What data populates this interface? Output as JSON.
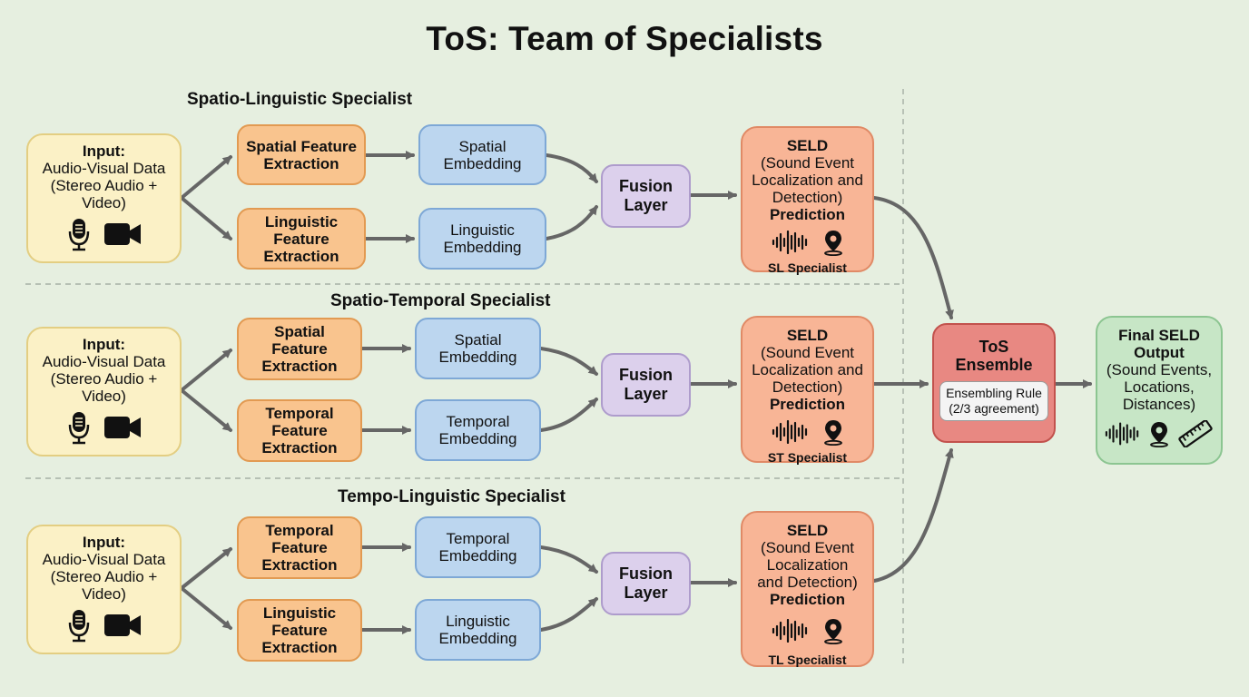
{
  "title": "ToS: Team of Specialists",
  "colors": {
    "background": "#e6efe0",
    "input": "#fbf1c6",
    "feature": "#f9c48e",
    "embedding": "#bcd6ef",
    "fusion": "#dcd0ec",
    "seld": "#f8b596",
    "ensemble": "#e88882",
    "output": "#c7e6c6",
    "arrow": "#666666"
  },
  "specialists": [
    {
      "title": "Spatio-Linguistic Specialist",
      "input": {
        "label": "Input:",
        "line1": "Audio-Visual Data",
        "line2": "(Stereo Audio +",
        "line3": "Video)",
        "icons": [
          "microphone-icon",
          "video-camera-icon"
        ]
      },
      "feature_a": {
        "line1": "Spatial Feature",
        "line2": "Extraction",
        "line3": ""
      },
      "feature_b": {
        "line1": "Linguistic",
        "line2": "Feature",
        "line3": "Extraction"
      },
      "embedding_a": {
        "line1": "Spatial",
        "line2": "Embedding"
      },
      "embedding_b": {
        "line1": "Linguistic",
        "line2": "Embedding"
      },
      "fusion": {
        "line1": "Fusion",
        "line2": "Layer"
      },
      "seld": {
        "label": "SELD",
        "line1": "(Sound Event",
        "line2": "Localization and",
        "line3": "Detection)",
        "prediction": "Prediction",
        "name": "SL Specialist",
        "icons": [
          "sound-wave-icon",
          "location-pin-icon"
        ]
      }
    },
    {
      "title": "Spatio-Temporal Specialist",
      "input": {
        "label": "Input:",
        "line1": "Audio-Visual Data",
        "line2": "(Stereo Audio +",
        "line3": "Video)",
        "icons": [
          "microphone-icon",
          "video-camera-icon"
        ]
      },
      "feature_a": {
        "line1": "Spatial",
        "line2": "Feature",
        "line3": "Extraction"
      },
      "feature_b": {
        "line1": "Temporal",
        "line2": "Feature",
        "line3": "Extraction"
      },
      "embedding_a": {
        "line1": "Spatial",
        "line2": "Embedding"
      },
      "embedding_b": {
        "line1": "Temporal",
        "line2": "Embedding"
      },
      "fusion": {
        "line1": "Fusion",
        "line2": "Layer"
      },
      "seld": {
        "label": "SELD",
        "line1": "(Sound Event",
        "line2": "Localization and",
        "line3": "Detection)",
        "prediction": "Prediction",
        "name": "ST Specialist",
        "icons": [
          "sound-wave-icon",
          "location-pin-icon"
        ]
      }
    },
    {
      "title": "Tempo-Linguistic Specialist",
      "input": {
        "label": "Input:",
        "line1": "Audio-Visual Data",
        "line2": "(Stereo Audio +",
        "line3": "Video)",
        "icons": [
          "microphone-icon",
          "video-camera-icon"
        ]
      },
      "feature_a": {
        "line1": "Temporal",
        "line2": "Feature",
        "line3": "Extraction"
      },
      "feature_b": {
        "line1": "Linguistic",
        "line2": "Feature",
        "line3": "Extraction"
      },
      "embedding_a": {
        "line1": "Temporal",
        "line2": "Embedding"
      },
      "embedding_b": {
        "line1": "Linguistic",
        "line2": "Embedding"
      },
      "fusion": {
        "line1": "Fusion",
        "line2": "Layer"
      },
      "seld": {
        "label": "SELD",
        "line1": "(Sound Event",
        "line2": "Localization",
        "line3": "and Detection)",
        "prediction": "Prediction",
        "name": "TL Specialist",
        "icons": [
          "sound-wave-icon",
          "location-pin-icon"
        ]
      }
    }
  ],
  "ensemble": {
    "line1": "ToS",
    "line2": "Ensemble",
    "rule_line1": "Ensembling Rule",
    "rule_line2": "(2/3 agreement)"
  },
  "output": {
    "line1": "Final SELD",
    "line2": "Output",
    "line3": "(Sound Events,",
    "line4": "Locations,",
    "line5": "Distances)",
    "icons": [
      "sound-wave-icon",
      "location-pin-icon",
      "ruler-icon"
    ]
  }
}
